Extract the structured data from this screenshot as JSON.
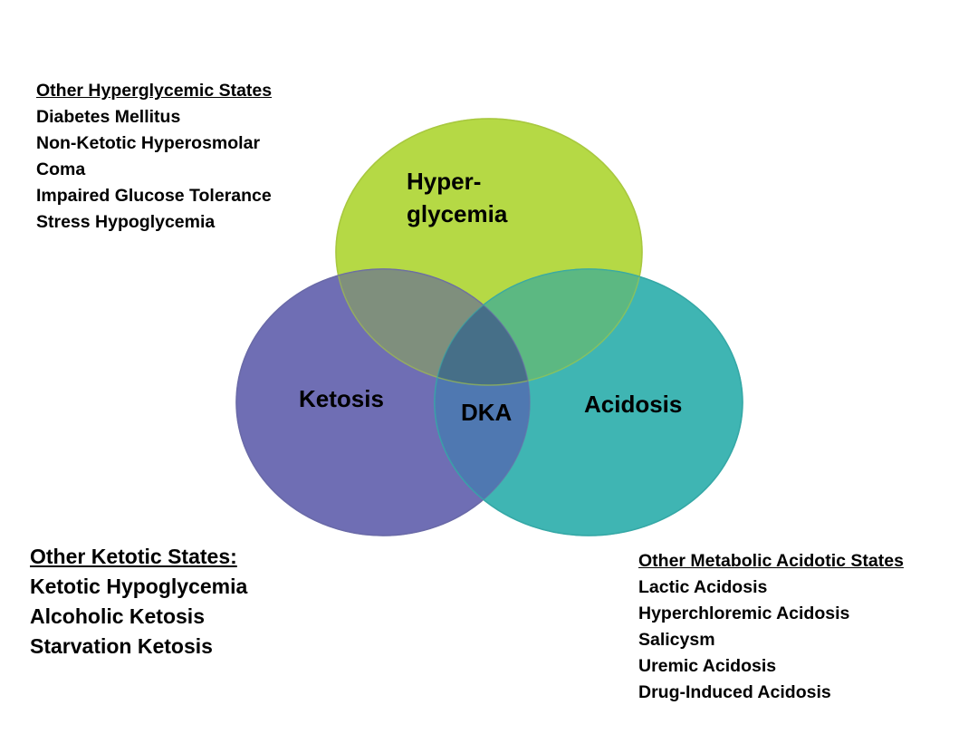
{
  "diagram": {
    "type": "venn",
    "sets": [
      {
        "key": "hyperglycemia",
        "label_lines": [
          "Hyper-",
          "glycemia"
        ],
        "color": "#b5d945"
      },
      {
        "key": "ketosis",
        "label_lines": [
          "Ketosis"
        ],
        "color": "#6f6eb4"
      },
      {
        "key": "acidosis",
        "label_lines": [
          "Acidosis"
        ],
        "color": "#3fb5b3"
      }
    ],
    "intersection_label": "DKA",
    "colors": {
      "hyper_ketosis_overlap": "#7f8f7d",
      "hyper_acidosis_overlap": "#5cb882",
      "ketosis_acidosis_overlap": "#4f78b1",
      "center_overlap": "#466f88",
      "outline_hyper": "#a8c840",
      "outline_ketosis": "#6a6aa8",
      "outline_acidosis": "#35a8a6"
    }
  },
  "lists": {
    "hyperglycemic": {
      "heading": "Other Hyperglycemic States",
      "items": [
        "Diabetes Mellitus",
        "Non-Ketotic Hyperosmolar",
        "Coma",
        "Impaired Glucose Tolerance",
        "Stress Hypoglycemia"
      ]
    },
    "ketotic": {
      "heading": "Other Ketotic States:",
      "items": [
        "Ketotic Hypoglycemia",
        "Alcoholic Ketosis",
        "Starvation Ketosis"
      ]
    },
    "acidotic": {
      "heading": "Other Metabolic Acidotic States",
      "items": [
        "Lactic Acidosis",
        "Hyperchloremic Acidosis",
        "Salicysm",
        "Uremic Acidosis",
        "Drug-Induced Acidosis"
      ]
    }
  }
}
